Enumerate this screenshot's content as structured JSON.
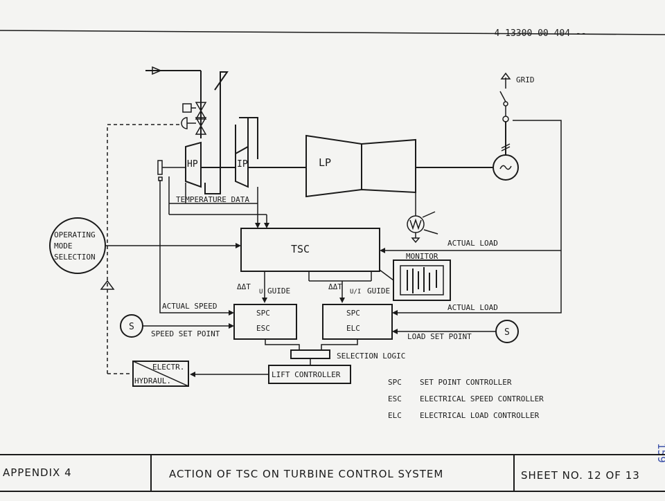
{
  "header": {
    "doc_number": "-- 4 13300 00 404 --"
  },
  "components": {
    "hp": "HP",
    "ip": "IP",
    "lp": "LP",
    "grid": "GRID",
    "tsc": "TSC",
    "monitor": "MONITOR",
    "operating_mode": [
      "OPERATING",
      "MODE",
      "SELECTION"
    ],
    "spc_esc": [
      "SPC",
      "ESC"
    ],
    "spc_elc": [
      "SPC",
      "ELC"
    ],
    "electr_hydraul": [
      "ELECTR.",
      "HYDRAUL."
    ],
    "lift_controller": "LIFT CONTROLLER",
    "selection_logic": "SELECTION LOGIC",
    "speed_source": "S",
    "load_source": "S"
  },
  "signals": {
    "temperature_data": "TEMPERATURE DATA",
    "actual_load_top": "ACTUAL LOAD",
    "actual_load_bottom": "ACTUAL LOAD",
    "actual_speed": "ACTUAL SPEED",
    "speed_set_point": "SPEED SET POINT",
    "load_set_point": "LOAD SET POINT",
    "guide_left": {
      "main": "ΔΔT",
      "sub": "U",
      "suffix": "GUIDE"
    },
    "guide_right": {
      "main": "ΔΔT",
      "sub": "U/I",
      "suffix": "GUIDE"
    }
  },
  "legend": [
    {
      "abbr": "SPC",
      "meaning": "SET POINT CONTROLLER"
    },
    {
      "abbr": "ESC",
      "meaning": "ELECTRICAL SPEED CONTROLLER"
    },
    {
      "abbr": "ELC",
      "meaning": "ELECTRICAL LOAD CONTROLLER"
    }
  ],
  "title_block": {
    "appendix": "APPENDIX 4",
    "title": "ACTION OF TSC ON TURBINE CONTROL SYSTEM",
    "sheet": "SHEET NO. 12 OF 13"
  },
  "margin_note": "159"
}
